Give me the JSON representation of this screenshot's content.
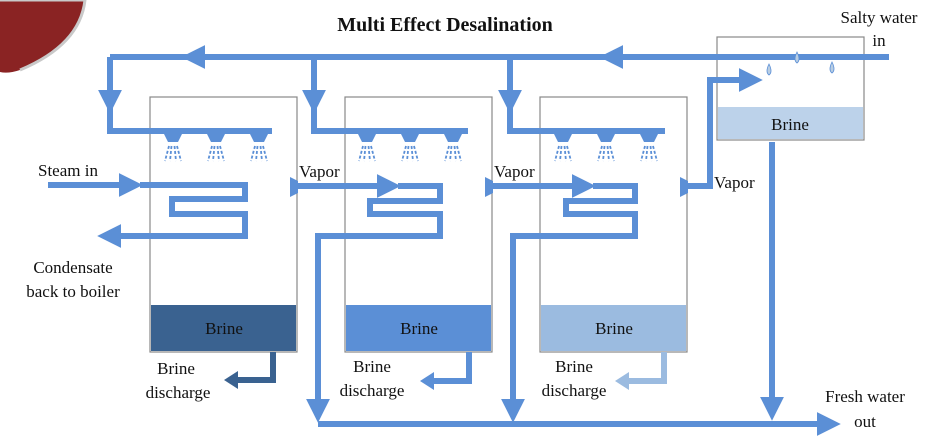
{
  "title": "Multi Effect Desalination",
  "labels": {
    "salty_line1": "Salty water",
    "salty_line2": "in",
    "steam_in": "Steam in",
    "condensate_line1": "Condensate",
    "condensate_line2": "back to boiler",
    "vapor": "Vapor",
    "fresh_line1": "Fresh water",
    "fresh_line2": "out",
    "brine_discharge_line1": "Brine",
    "brine_discharge_line2": "discharge"
  },
  "effects": [
    {
      "brine_label": "Brine",
      "brine_color": "#3a6290"
    },
    {
      "brine_label": "Brine",
      "brine_color": "#5b8fd6"
    },
    {
      "brine_label": "Brine",
      "brine_color": "#9bbbe0"
    }
  ],
  "preheater": {
    "brine_label": "Brine",
    "brine_color": "#bcd2ea"
  },
  "colors": {
    "flow": "#5b8fd6",
    "vessel_border": "#888888"
  }
}
